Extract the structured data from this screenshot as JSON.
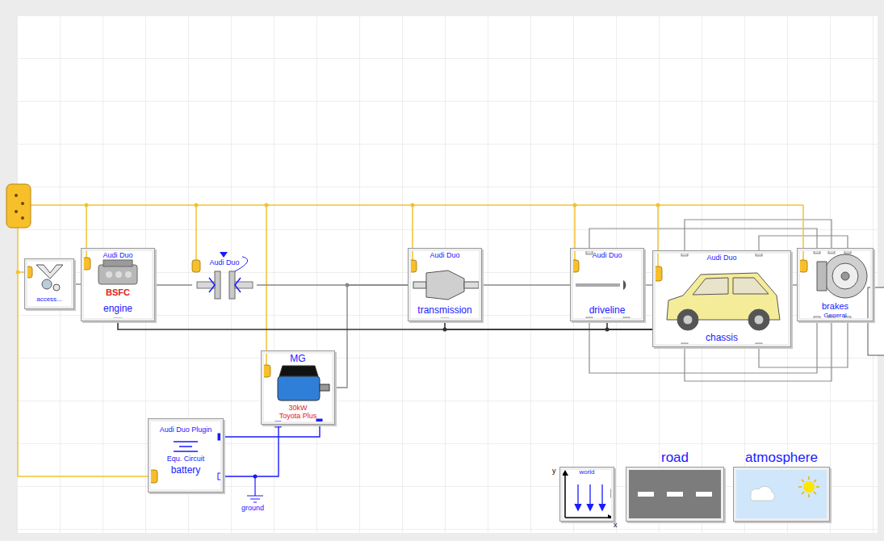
{
  "diagram": {
    "nodes": [
      {
        "text": [
          "access..."
        ]
      },
      {
        "text": [
          "Audi Duo",
          "BSFC",
          "engine"
        ]
      },
      {
        "text": [
          "Audi Duo"
        ]
      },
      {
        "text": [
          "Audi Duo",
          "transmission"
        ]
      },
      {
        "text": [
          "Audi Duo",
          "driveline"
        ]
      },
      {
        "text": [
          "Audi Duo",
          "chassis"
        ]
      },
      {
        "text": [
          "brakes",
          "General"
        ]
      },
      {
        "text": [
          "MG",
          "30kW",
          "Toyota Plus"
        ]
      },
      {
        "text": [
          "Audi Duo Plugin",
          "Equ. Circuit",
          "battery"
        ]
      },
      {
        "text": [
          "world"
        ]
      },
      {
        "text": [
          "road"
        ]
      },
      {
        "text": [
          "atmosphere"
        ]
      }
    ],
    "edges": [
      {
        "from": 0,
        "to": 1,
        "arrow": "none"
      },
      {
        "from": 1,
        "to": 2,
        "arrow": "none"
      },
      {
        "from": 2,
        "to": 3,
        "arrow": "none"
      },
      {
        "from": 3,
        "to": 4,
        "arrow": "none"
      },
      {
        "from": 4,
        "to": 5,
        "arrow": "none"
      },
      {
        "from": 5,
        "to": 6,
        "arrow": "none"
      },
      {
        "from": 7,
        "to": 3,
        "arrow": "none"
      },
      {
        "from": 8,
        "to": 7,
        "arrow": "none"
      },
      {
        "from": 8,
        "to": 7,
        "arrow": "none"
      },
      {
        "from": 1,
        "to": 5,
        "arrow": "none"
      },
      {
        "from": 3,
        "to": 5,
        "arrow": "none"
      },
      {
        "from": 4,
        "to": 5,
        "arrow": "none"
      }
    ],
    "labels": [
      "y",
      "x",
      "ground"
    ]
  }
}
